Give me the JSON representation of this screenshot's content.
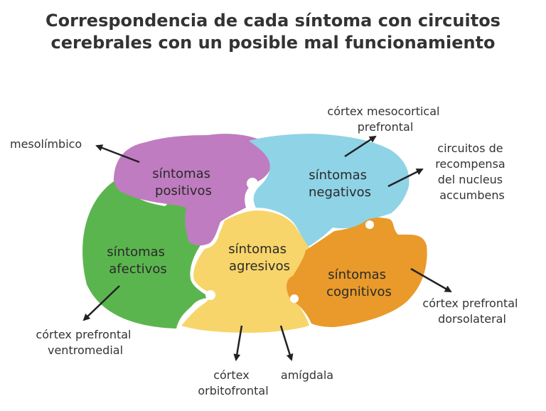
{
  "title": {
    "line1": "Correspondencia de cada síntoma con circuitos",
    "line2": "cerebrales con un posible mal funcionamiento"
  },
  "pieces": {
    "positivos": {
      "l1": "síntomas",
      "l2": "positivos",
      "color": "#c07cc0"
    },
    "negativos": {
      "l1": "síntomas",
      "l2": "negativos",
      "color": "#8fd3e6"
    },
    "afectivos": {
      "l1": "síntomas",
      "l2": "afectivos",
      "color": "#5bb54e"
    },
    "agresivos": {
      "l1": "síntomas",
      "l2": "agresivos",
      "color": "#f7d56a"
    },
    "cognitivos": {
      "l1": "síntomas",
      "l2": "cognitivos",
      "color": "#e99a2a"
    }
  },
  "labels": {
    "mesolimbico": "mesolímbico",
    "mesocortical": {
      "l1": "córtex mesocortical",
      "l2": "prefrontal"
    },
    "recompensa": {
      "l1": "circuitos de",
      "l2": "recompensa",
      "l3": "del nucleus",
      "l4": "accumbens"
    },
    "dorsolateral": {
      "l1": "córtex prefrontal",
      "l2": "dorsolateral"
    },
    "amigdala": "amígdala",
    "orbitofrontal": {
      "l1": "córtex",
      "l2": "orbitofrontal"
    },
    "ventromedial": {
      "l1": "córtex prefrontal",
      "l2": "ventromedial"
    }
  }
}
